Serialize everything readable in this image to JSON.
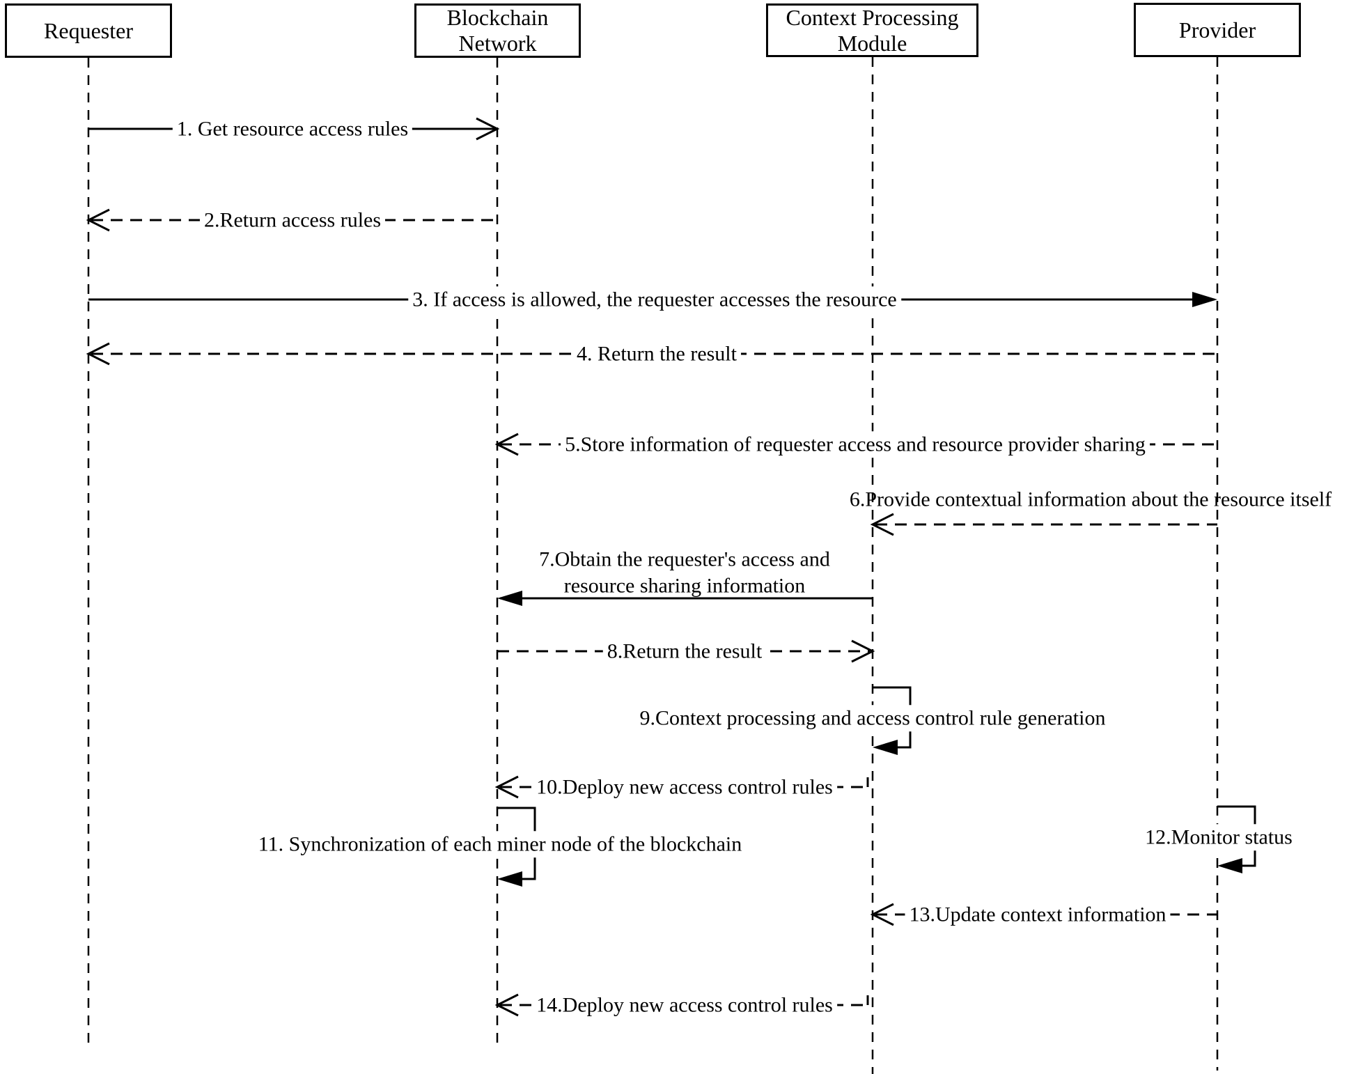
{
  "colors": {
    "line": "#000000",
    "background": "#ffffff",
    "text": "#000000"
  },
  "actors": [
    {
      "name": "Requester"
    },
    {
      "name": "Blockchain\nNetwork"
    },
    {
      "name": "Context Processing\nModule"
    },
    {
      "name": "Provider"
    }
  ],
  "messages": [
    {
      "num": "1",
      "label": "1. Get resource access rules",
      "from": "Requester",
      "to": "Blockchain Network",
      "line": "solid",
      "arrowhead": "open"
    },
    {
      "num": "2",
      "label": "2.Return access rules",
      "from": "Blockchain Network",
      "to": "Requester",
      "line": "dashed",
      "arrowhead": "open"
    },
    {
      "num": "3",
      "label": "3. If access is allowed, the requester accesses the resource",
      "from": "Requester",
      "to": "Provider",
      "line": "solid",
      "arrowhead": "filled"
    },
    {
      "num": "4",
      "label": "4. Return the result",
      "from": "Provider",
      "to": "Requester",
      "line": "dashed",
      "arrowhead": "open"
    },
    {
      "num": "5",
      "label": "5.Store information of requester access and resource provider sharing",
      "from": "Provider",
      "to": "Blockchain Network",
      "line": "dashed",
      "arrowhead": "open"
    },
    {
      "num": "6",
      "label": "6.Provide contextual information about the resource itself",
      "from": "Provider",
      "to": "Context Processing Module",
      "line": "dashed",
      "arrowhead": "open"
    },
    {
      "num": "7",
      "label": "7.Obtain the requester's access and\nresource sharing information",
      "from": "Context Processing Module",
      "to": "Blockchain Network",
      "line": "solid",
      "arrowhead": "filled"
    },
    {
      "num": "8",
      "label": "8.Return the result",
      "from": "Blockchain Network",
      "to": "Context Processing Module",
      "line": "dashed",
      "arrowhead": "open"
    },
    {
      "num": "9",
      "label": "9.Context processing and access control rule generation",
      "from": "Context Processing Module",
      "to": "Context Processing Module",
      "line": "solid",
      "arrowhead": "filled"
    },
    {
      "num": "10",
      "label": "10.Deploy new access control rules",
      "from": "Context Processing Module",
      "to": "Blockchain Network",
      "line": "dashed",
      "arrowhead": "open"
    },
    {
      "num": "11",
      "label": "11. Synchronization of each miner node of the blockchain",
      "from": "Blockchain Network",
      "to": "Blockchain Network",
      "line": "solid",
      "arrowhead": "filled"
    },
    {
      "num": "12",
      "label": "12.Monitor status",
      "from": "Provider",
      "to": "Provider",
      "line": "solid",
      "arrowhead": "filled"
    },
    {
      "num": "13",
      "label": "13.Update context information",
      "from": "Provider",
      "to": "Context Processing Module",
      "line": "dashed",
      "arrowhead": "open"
    },
    {
      "num": "14",
      "label": "14.Deploy new access control rules",
      "from": "Context Processing Module",
      "to": "Blockchain Network",
      "line": "dashed",
      "arrowhead": "open"
    }
  ]
}
